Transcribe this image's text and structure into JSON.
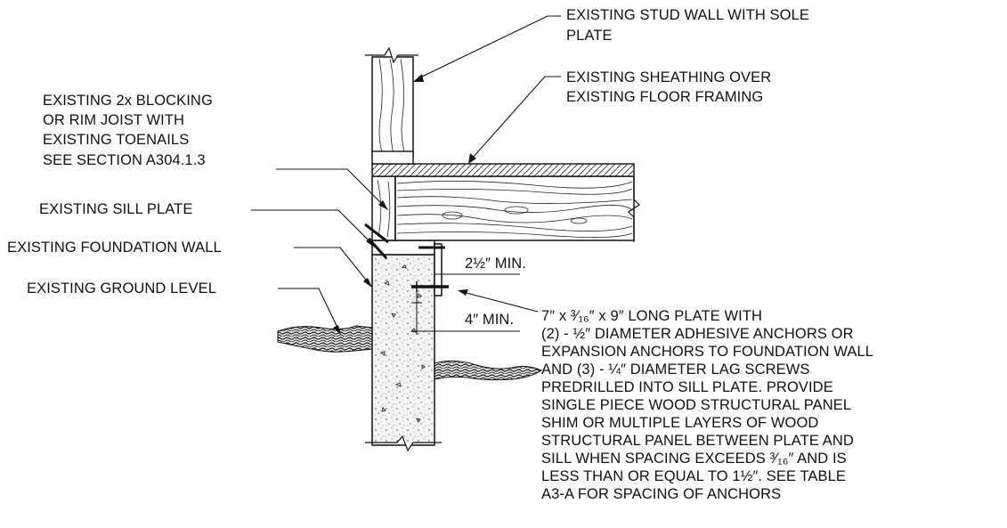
{
  "labels": {
    "stud_wall": [
      "EXISTING STUD WALL WITH SOLE",
      "PLATE"
    ],
    "sheathing": [
      "EXISTING SHEATHING OVER",
      "EXISTING FLOOR FRAMING"
    ],
    "blocking": [
      "EXISTING 2x BLOCKING",
      "OR RIM JOIST WITH",
      "EXISTING TOENAILS",
      "SEE SECTION A304.1.3"
    ],
    "sill_plate": "EXISTING SILL PLATE",
    "foundation_wall": "EXISTING FOUNDATION WALL",
    "ground_level": "EXISTING GROUND LEVEL",
    "plate_note": [
      "7″ x ³⁄₁₆″ x 9″ LONG PLATE WITH",
      "(2) - ½″ DIAMETER ADHESIVE ANCHORS OR",
      "EXPANSION ANCHORS TO FOUNDATION WALL",
      "AND (3) - ¼″ DIAMETER LAG SCREWS",
      "PREDRILLED INTO SILL PLATE. PROVIDE",
      "SINGLE PIECE WOOD STRUCTURAL PANEL",
      "SHIM OR MULTIPLE LAYERS OF WOOD",
      "STRUCTURAL PANEL BETWEEN PLATE AND",
      "SILL WHEN SPACING EXCEEDS ³⁄₁₆″ AND IS",
      "LESS THAN OR EQUAL TO 1½″. SEE TABLE",
      "A3-A FOR SPACING OF ANCHORS"
    ]
  },
  "dimensions": {
    "sill_edge": "2½″ MIN.",
    "anchor_depth": "4″ MIN."
  }
}
